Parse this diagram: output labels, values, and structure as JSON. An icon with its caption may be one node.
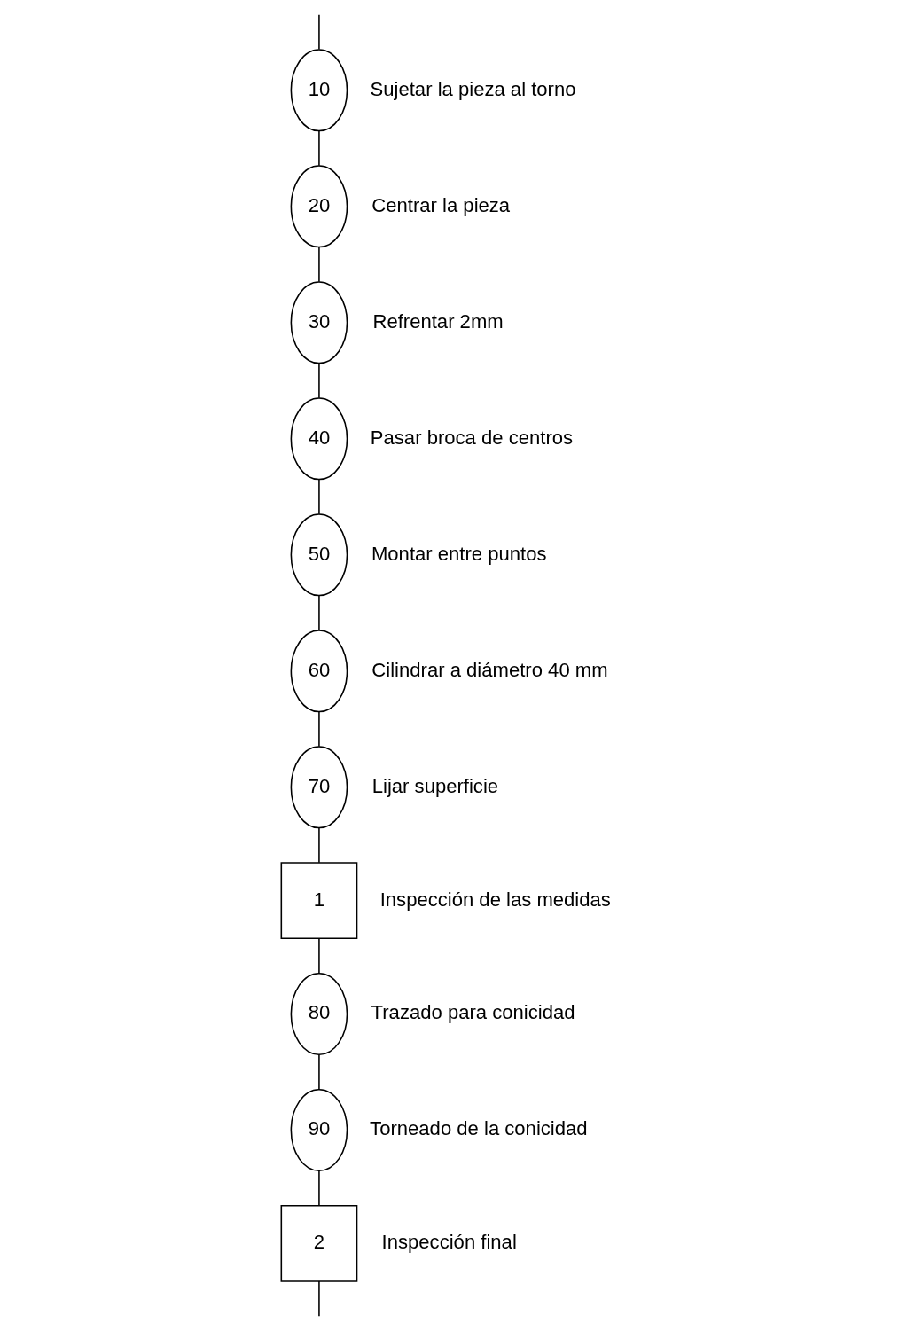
{
  "diagram": {
    "nodes": [
      {
        "text": [
          "10"
        ],
        "beside": [
          "Sujetar la pieza al torno"
        ]
      },
      {
        "text": [
          "20"
        ],
        "beside": [
          "Centrar la pieza"
        ]
      },
      {
        "text": [
          "30"
        ],
        "beside": [
          "Refrentar 2mm"
        ]
      },
      {
        "text": [
          "40"
        ],
        "beside": [
          "Pasar broca de centros"
        ]
      },
      {
        "text": [
          "50"
        ],
        "beside": [
          "Montar entre puntos"
        ]
      },
      {
        "text": [
          "60"
        ],
        "beside": [
          "Cilindrar a diámetro 40 mm"
        ]
      },
      {
        "text": [
          "70"
        ],
        "beside": [
          "Lijar superficie"
        ]
      },
      {
        "text": [
          "1"
        ],
        "beside": [
          "Inspección de las medidas"
        ]
      },
      {
        "text": [
          "80"
        ],
        "beside": [
          "Trazado para conicidad"
        ]
      },
      {
        "text": [
          "90"
        ],
        "beside": [
          "Torneado de la conicidad"
        ]
      },
      {
        "text": [
          "2"
        ],
        "beside": [
          "Inspección final"
        ]
      }
    ],
    "edges": [
      {
        "from": null,
        "to": 0,
        "arrow": "none"
      },
      {
        "from": 0,
        "to": 1,
        "arrow": "none"
      },
      {
        "from": 1,
        "to": 2,
        "arrow": "none"
      },
      {
        "from": 2,
        "to": 3,
        "arrow": "none"
      },
      {
        "from": 3,
        "to": 4,
        "arrow": "none"
      },
      {
        "from": 4,
        "to": 5,
        "arrow": "none"
      },
      {
        "from": 5,
        "to": 6,
        "arrow": "none"
      },
      {
        "from": 6,
        "to": 7,
        "arrow": "none"
      },
      {
        "from": 7,
        "to": 8,
        "arrow": "none"
      },
      {
        "from": 8,
        "to": 9,
        "arrow": "none"
      },
      {
        "from": 9,
        "to": 10,
        "arrow": "none"
      },
      {
        "from": 10,
        "to": null,
        "arrow": "none"
      }
    ]
  }
}
